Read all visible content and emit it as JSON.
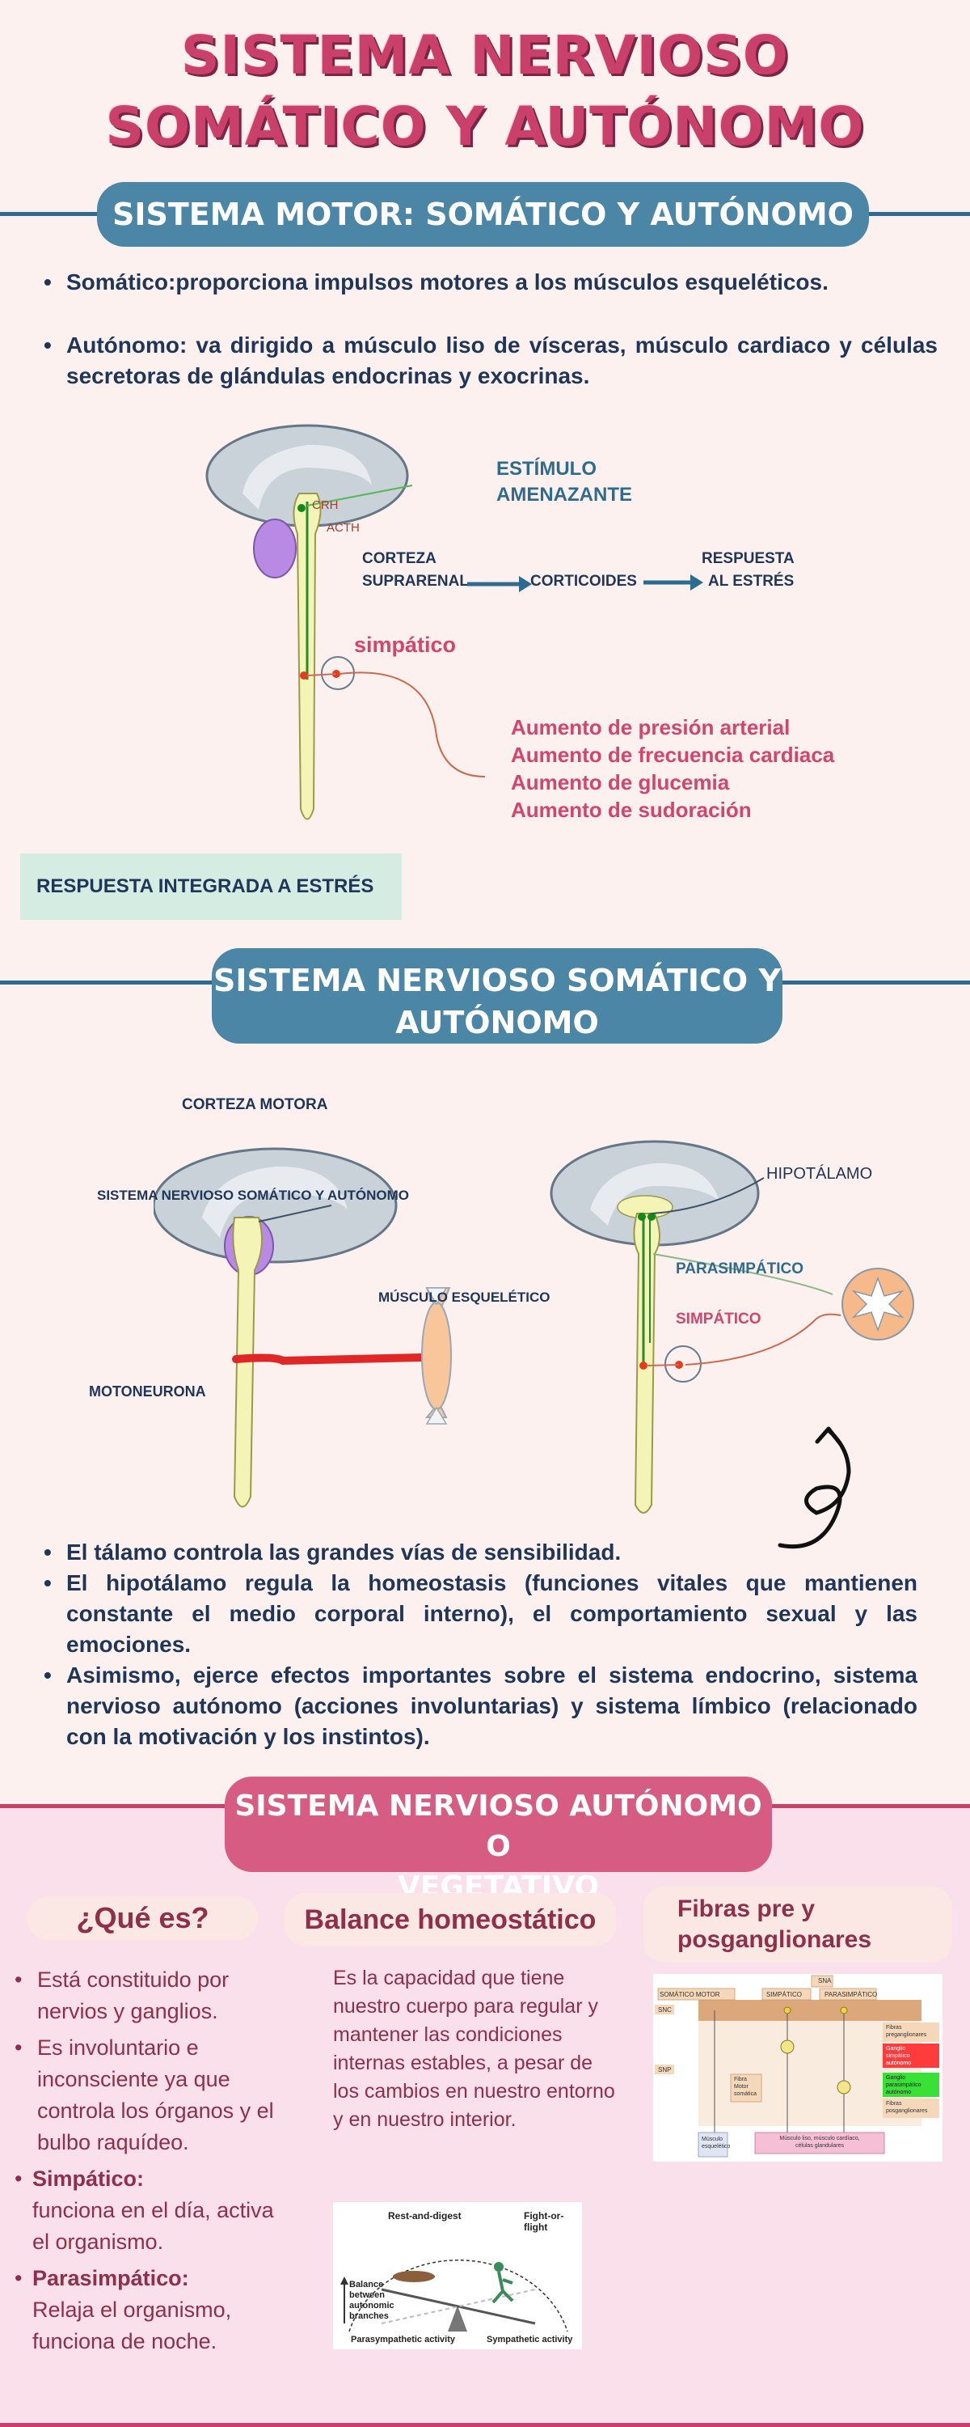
{
  "title": {
    "line1": "SISTEMA NERVIOSO",
    "line2": "SOMÁTICO Y AUTÓNOMO"
  },
  "section1": {
    "heading": "SISTEMA MOTOR: SOMÁTICO Y AUTÓNOMO",
    "bullets": [
      "Somático:proporciona impulsos motores a los músculos esqueléticos.",
      "Autónomo: va dirigido a músculo liso de vísceras, músculo cardiaco y células secretoras de glándulas endocrinas y exocrinas."
    ],
    "diagram": {
      "stimulus": [
        "ESTÍMULO",
        "AMENAZANTE"
      ],
      "crh": "CRH",
      "acth": "ACTH",
      "cortex": [
        "CORTEZA",
        "SUPRARENAL"
      ],
      "corticoides": "CORTICOIDES",
      "response": [
        "RESPUESTA",
        "AL ESTRÉS"
      ],
      "sympathetic": "simpático",
      "effects": [
        "Aumento de presión arterial",
        "Aumento de frecuencia cardiaca",
        "Aumento de glucemia",
        "Aumento de sudoración"
      ]
    },
    "box": "RESPUESTA INTEGRADA A ESTRÉS"
  },
  "section2": {
    "heading": [
      "SISTEMA NERVIOSO SOMÁTICO Y",
      "AUTÓNOMO"
    ],
    "left_diagram": {
      "motor_cortex": "CORTEZA MOTORA",
      "system": "SISTEMA NERVIOSO SOMÁTICO Y AUTÓNOMO",
      "muscle": "MÚSCULO ESQUELÉTICO",
      "motoneuron": "MOTONEURONA"
    },
    "right_diagram": {
      "hypothalamus": "HIPOTÁLAMO",
      "parasympathetic": "PARASIMPÁTICO",
      "sympathetic": "SIMPÁTICO"
    },
    "bullets": [
      "El tálamo controla las grandes vías de sensibilidad.",
      "El hipotálamo regula la homeostasis (funciones vitales que mantienen constante el medio corporal interno), el comportamiento sexual y las emociones.",
      "Asimismo, ejerce efectos importantes sobre el sistema endocrino, sistema nervioso autónomo (acciones involuntarias) y sistema límbico (relacionado con la motivación y los instintos)."
    ]
  },
  "section3": {
    "heading": [
      "SISTEMA NERVIOSO AUTÓNOMO O",
      "VEGETATIVO"
    ],
    "col1": {
      "title": "¿Qué es?",
      "items": [
        "Está constituido por nervios y ganglios.",
        "Es involuntario e inconsciente ya que controla los órganos y el bulbo raquídeo."
      ],
      "simpatico_title": "Simpático:",
      "simpatico_text": "funciona en el día, activa el organismo.",
      "parasimpatico_title": "Parasimpático:",
      "parasimpatico_text": "Relaja el organismo, funciona de noche."
    },
    "col2": {
      "title": "Balance homeostático",
      "text": "Es la capacidad que tiene nuestro cuerpo para regular y mantener las condiciones internas estables, a pesar de los cambios en nuestro entorno y en nuestro interior.",
      "balance_labels": {
        "rest": "Rest-and-digest",
        "fight": "Fight-or-flight",
        "balance": [
          "Balance",
          "between",
          "autonomic",
          "branches"
        ],
        "para": "Parasympathetic activity",
        "symp": "Sympathetic activity"
      }
    },
    "col3": {
      "title": [
        "Fibras pre y",
        "posganglionares"
      ],
      "fig_labels": {
        "sna": "SNA",
        "motor": "SOMÁTICO MOTOR",
        "simp": "SIMPÁTICO",
        "para": "PARASIMPÁTICO",
        "snc": "SNC",
        "snp": "SNP",
        "fibra_motor": [
          "Fibra",
          "Motor",
          "somática"
        ],
        "pre": [
          "Fibras",
          "preganglionares"
        ],
        "gs": [
          "Ganglio",
          "simpático",
          "autónomo"
        ],
        "gp": [
          "Ganglio",
          "parasimpático",
          "autónomo"
        ],
        "post": [
          "Fibras",
          "posganglionares"
        ],
        "musc": [
          "Músculo",
          "esquelético"
        ],
        "targets": [
          "Músculo liso, músculo cardíaco,",
          "células glandulares"
        ]
      }
    }
  },
  "colors": {
    "title": "#c9416a",
    "blue_band": "#4c86a6",
    "pink_band": "#d75c83",
    "accent_pink": "#d2466d",
    "text_dark": "#1f3658",
    "text_rose": "#8f2f4a"
  }
}
